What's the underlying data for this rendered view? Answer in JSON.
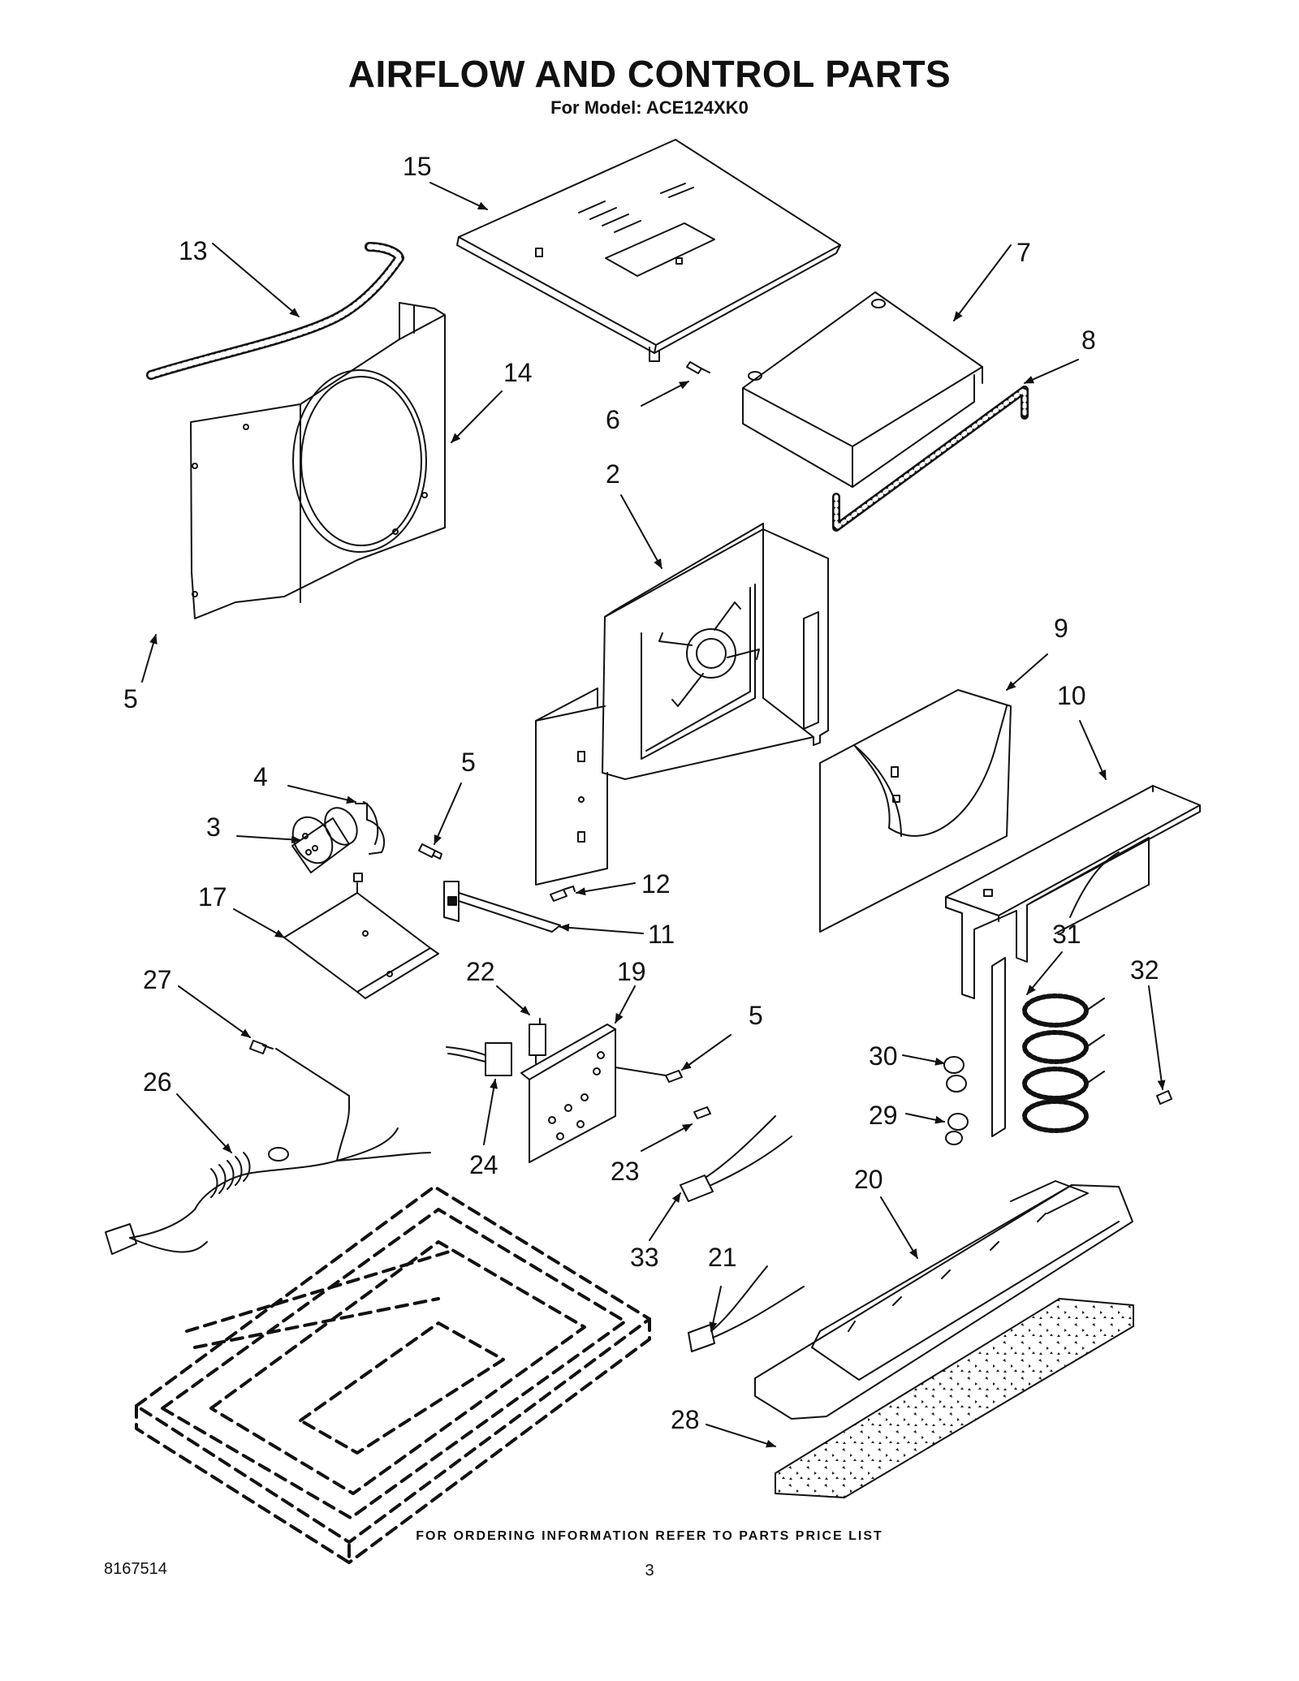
{
  "header": {
    "title": "AIRFLOW AND CONTROL PARTS",
    "subtitle": "For Model: ACE124XK0"
  },
  "footer": {
    "notice": "FOR ORDERING INFORMATION REFER TO PARTS PRICE LIST",
    "doc_number": "8167514",
    "page_number": "3"
  },
  "callouts": [
    {
      "id": "c15",
      "text": "15"
    },
    {
      "id": "c13",
      "text": "13"
    },
    {
      "id": "c7",
      "text": "7"
    },
    {
      "id": "c8",
      "text": "8"
    },
    {
      "id": "c14",
      "text": "14"
    },
    {
      "id": "c6",
      "text": "6"
    },
    {
      "id": "c2",
      "text": "2"
    },
    {
      "id": "c5a",
      "text": "5"
    },
    {
      "id": "c9",
      "text": "9"
    },
    {
      "id": "c10",
      "text": "10"
    },
    {
      "id": "c4",
      "text": "4"
    },
    {
      "id": "c5b",
      "text": "5"
    },
    {
      "id": "c3",
      "text": "3"
    },
    {
      "id": "c12",
      "text": "12"
    },
    {
      "id": "c17",
      "text": "17"
    },
    {
      "id": "c11",
      "text": "11"
    },
    {
      "id": "c31",
      "text": "31"
    },
    {
      "id": "c22",
      "text": "22"
    },
    {
      "id": "c19",
      "text": "19"
    },
    {
      "id": "c27",
      "text": "27"
    },
    {
      "id": "c32",
      "text": "32"
    },
    {
      "id": "c5c",
      "text": "5"
    },
    {
      "id": "c30",
      "text": "30"
    },
    {
      "id": "c26",
      "text": "26"
    },
    {
      "id": "c29",
      "text": "29"
    },
    {
      "id": "c24",
      "text": "24"
    },
    {
      "id": "c23",
      "text": "23"
    },
    {
      "id": "c20",
      "text": "20"
    },
    {
      "id": "c21",
      "text": "21"
    },
    {
      "id": "c33",
      "text": "33"
    },
    {
      "id": "c28",
      "text": "28"
    }
  ]
}
